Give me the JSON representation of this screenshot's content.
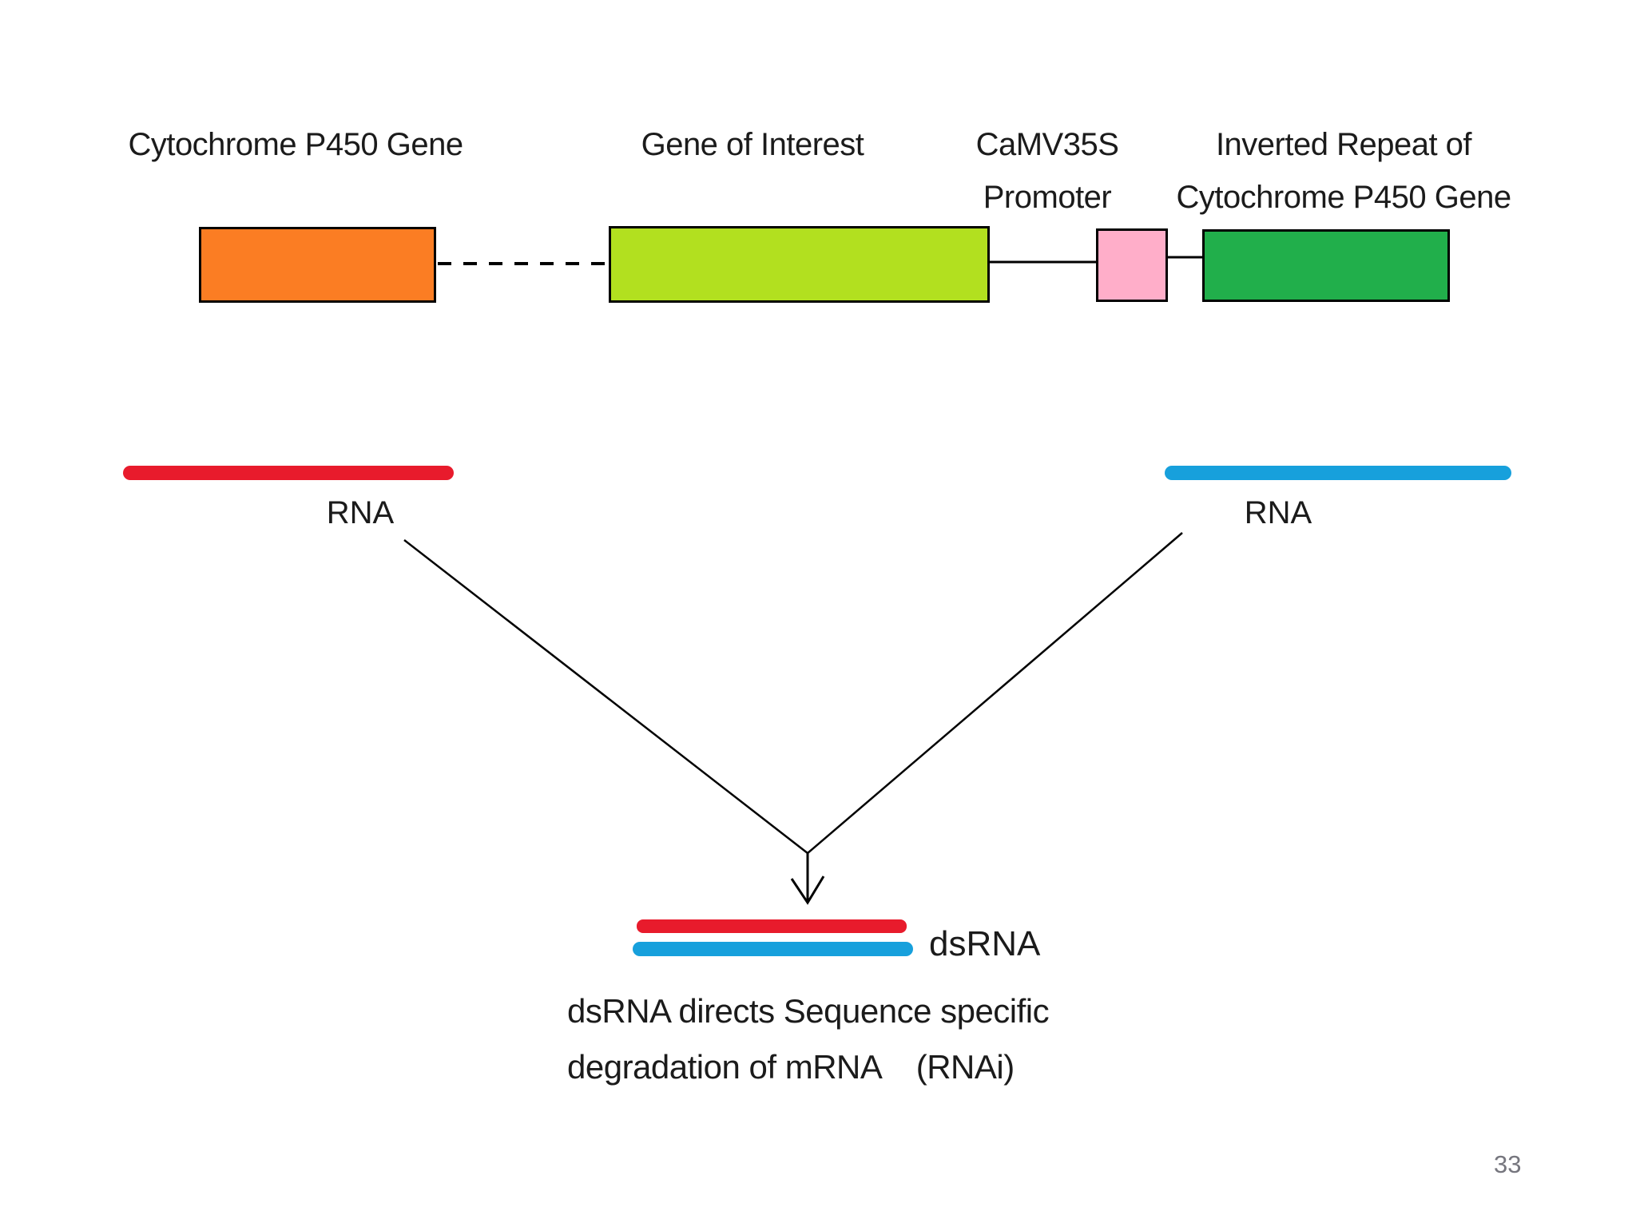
{
  "slide": {
    "background_color": "#ffffff",
    "page_number": "33"
  },
  "gene_construct": {
    "cytochrome_label": "Cytochrome P450 Gene",
    "gene_of_interest_label": "Gene of Interest",
    "promoter_label_line1": "CaMV35S",
    "promoter_label_line2": "Promoter",
    "inverted_repeat_label_line1": "Inverted Repeat of",
    "inverted_repeat_label_line2": "Cytochrome P450 Gene",
    "cytochrome_box_color": "#FB7D23",
    "gene_of_interest_box_color": "#B2E01F",
    "promoter_box_color": "#FFAEC9",
    "inverted_repeat_box_color": "#21AF4B",
    "connector_style": "dashed-then-solid",
    "line_color": "#000000"
  },
  "rna_strands": {
    "left_rna_label": "RNA",
    "left_rna_color": "#E81B2C",
    "right_rna_label": "RNA",
    "right_rna_color": "#17A0DC"
  },
  "dsrna": {
    "label": "dsRNA",
    "sense_strand_color": "#E81B2C",
    "antisense_strand_color": "#17A0DC"
  },
  "caption": {
    "line1": "dsRNA directs Sequence specific",
    "line2": "degradation of mRNA    (RNAi)"
  }
}
